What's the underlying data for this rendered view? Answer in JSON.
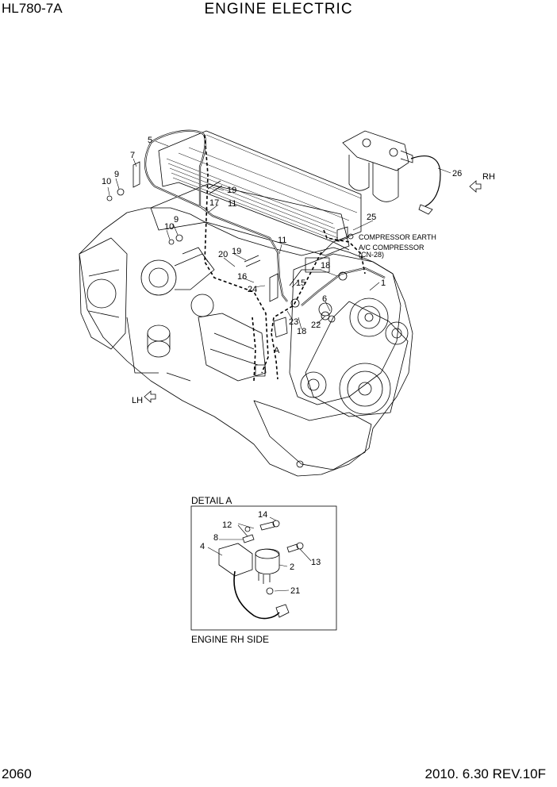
{
  "header": {
    "model": "HL780-7A",
    "title": "ENGINE ELECTRIC"
  },
  "footer": {
    "page": "2060",
    "date_rev": "2010. 6.30  REV.10F"
  },
  "directions": {
    "rh": "RH",
    "lh": "LH"
  },
  "notes": {
    "compressor_earth": "COMPRESSOR EARTH",
    "ac_compressor": "A/C COMPRESSOR",
    "cn": "(CN-28)",
    "detail_marker": "A"
  },
  "detail": {
    "title": "DETAIL A",
    "caption": "ENGINE RH SIDE"
  },
  "main_callouts": [
    "1",
    "5",
    "6",
    "7",
    "9",
    "9",
    "10",
    "10",
    "11",
    "11",
    "15",
    "16",
    "17",
    "18",
    "18",
    "19",
    "19",
    "20",
    "22",
    "23",
    "24",
    "25",
    "26"
  ],
  "detail_callouts": [
    "2",
    "4",
    "8",
    "12",
    "13",
    "14",
    "21"
  ]
}
